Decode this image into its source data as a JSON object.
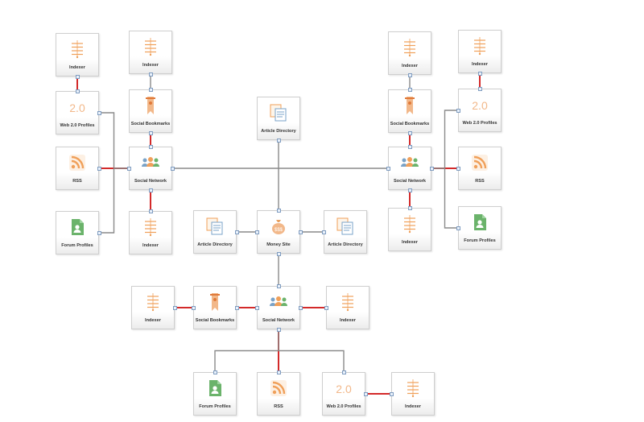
{
  "labels": {
    "indexer": "Indexer",
    "web20": "Web 2.0 Profiles",
    "rss": "RSS",
    "forum": "Forum Profiles",
    "bookmarks": "Social Bookmarks",
    "network": "Social Network",
    "article": "Article Directory",
    "money": "Money Site"
  },
  "nodes": [
    {
      "id": "tl-indexer",
      "kind": "indexer"
    },
    {
      "id": "tl-web20",
      "kind": "web20"
    },
    {
      "id": "tl-rss",
      "kind": "rss"
    },
    {
      "id": "tl-forum",
      "kind": "forum"
    },
    {
      "id": "tl-indexer-top",
      "kind": "indexer"
    },
    {
      "id": "tl-bookmarks",
      "kind": "bookmarks"
    },
    {
      "id": "tl-network",
      "kind": "network"
    },
    {
      "id": "tl-indexer-bottom",
      "kind": "indexer"
    },
    {
      "id": "c-article-top",
      "kind": "article"
    },
    {
      "id": "c-article-left",
      "kind": "article"
    },
    {
      "id": "c-money",
      "kind": "money"
    },
    {
      "id": "c-article-right",
      "kind": "article"
    },
    {
      "id": "tr-indexer-top",
      "kind": "indexer"
    },
    {
      "id": "tr-bookmarks",
      "kind": "bookmarks"
    },
    {
      "id": "tr-network",
      "kind": "network"
    },
    {
      "id": "tr-indexer-bottom",
      "kind": "indexer"
    },
    {
      "id": "tr-indexer",
      "kind": "indexer"
    },
    {
      "id": "tr-web20",
      "kind": "web20"
    },
    {
      "id": "tr-rss",
      "kind": "rss"
    },
    {
      "id": "tr-forum",
      "kind": "forum"
    },
    {
      "id": "b-indexer-left",
      "kind": "indexer"
    },
    {
      "id": "b-bookmarks",
      "kind": "bookmarks"
    },
    {
      "id": "b-network",
      "kind": "network"
    },
    {
      "id": "b-indexer-right",
      "kind": "indexer"
    },
    {
      "id": "b-forum",
      "kind": "forum"
    },
    {
      "id": "b-rss",
      "kind": "rss"
    },
    {
      "id": "b-web20",
      "kind": "web20"
    },
    {
      "id": "b-indexer-far",
      "kind": "indexer"
    }
  ],
  "links": [
    {
      "from": "tl-indexer",
      "to": "tl-web20",
      "style": "red"
    },
    {
      "from": "tl-web20",
      "to": "tl-network",
      "style": "gray"
    },
    {
      "from": "tl-rss",
      "to": "tl-network",
      "style": "red"
    },
    {
      "from": "tl-forum",
      "to": "tl-network",
      "style": "gray"
    },
    {
      "from": "tl-indexer-top",
      "to": "tl-bookmarks",
      "style": "gray"
    },
    {
      "from": "tl-bookmarks",
      "to": "tl-network",
      "style": "red"
    },
    {
      "from": "tl-network",
      "to": "tl-indexer-bottom",
      "style": "red"
    },
    {
      "from": "tl-network",
      "to": "tr-network",
      "style": "gray"
    },
    {
      "from": "c-article-top",
      "to": "c-money",
      "style": "gray"
    },
    {
      "from": "c-article-left",
      "to": "c-money",
      "style": "gray"
    },
    {
      "from": "c-money",
      "to": "c-article-right",
      "style": "gray"
    },
    {
      "from": "c-money",
      "to": "b-network",
      "style": "gray"
    },
    {
      "from": "tr-indexer-top",
      "to": "tr-bookmarks",
      "style": "gray"
    },
    {
      "from": "tr-bookmarks",
      "to": "tr-network",
      "style": "red"
    },
    {
      "from": "tr-network",
      "to": "tr-indexer-bottom",
      "style": "red"
    },
    {
      "from": "tr-indexer",
      "to": "tr-web20",
      "style": "red"
    },
    {
      "from": "tr-network",
      "to": "tr-web20",
      "style": "gray"
    },
    {
      "from": "tr-network",
      "to": "tr-rss",
      "style": "red"
    },
    {
      "from": "tr-network",
      "to": "tr-forum",
      "style": "gray"
    },
    {
      "from": "b-indexer-left",
      "to": "b-bookmarks",
      "style": "red"
    },
    {
      "from": "b-bookmarks",
      "to": "b-network",
      "style": "red"
    },
    {
      "from": "b-network",
      "to": "b-indexer-right",
      "style": "red"
    },
    {
      "from": "b-network",
      "to": "b-forum",
      "style": "gray"
    },
    {
      "from": "b-network",
      "to": "b-rss",
      "style": "red"
    },
    {
      "from": "b-network",
      "to": "b-web20",
      "style": "gray"
    },
    {
      "from": "b-web20",
      "to": "b-indexer-far",
      "style": "red"
    }
  ],
  "colors": {
    "red": "#d32a2a",
    "gray": "#8a8a8a",
    "icon_orange": "#f0a05a",
    "icon_blue": "#7aa3c8",
    "icon_green": "#6bb36b"
  }
}
